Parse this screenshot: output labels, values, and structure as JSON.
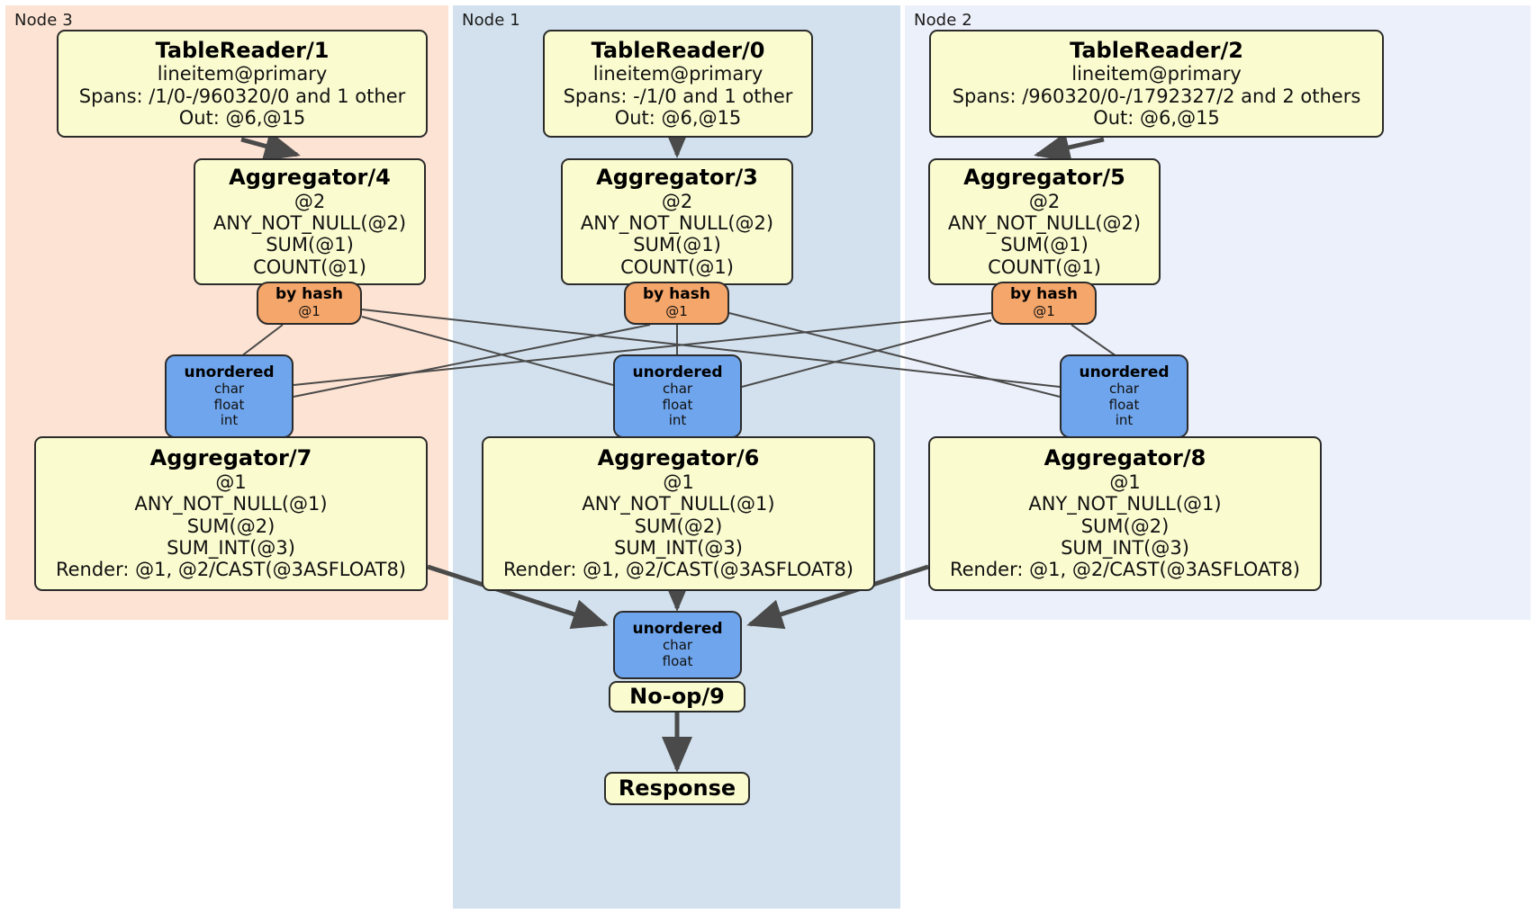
{
  "diagram": {
    "type": "distributed-query-plan",
    "colors": {
      "node3_bg": "#fde3d3",
      "node1_bg": "#d2e1ed",
      "node2_bg": "#ecf0fa",
      "processor_fill": "#fbfbd0",
      "router_fill": "#f5a66a",
      "synchronizer_fill": "#6fa5ec",
      "stroke": "#2b2b2b"
    }
  },
  "regions": [
    {
      "id": "node3",
      "label": "Node 3"
    },
    {
      "id": "node1",
      "label": "Node 1"
    },
    {
      "id": "node2",
      "label": "Node 2"
    }
  ],
  "processors": {
    "tablereader_1": {
      "title": "TableReader/1",
      "lines": [
        "lineitem@primary",
        "Spans: /1/0-/960320/0 and 1 other",
        "Out: @6,@15"
      ]
    },
    "tablereader_0": {
      "title": "TableReader/0",
      "lines": [
        "lineitem@primary",
        "Spans: -/1/0 and 1 other",
        "Out: @6,@15"
      ]
    },
    "tablereader_2": {
      "title": "TableReader/2",
      "lines": [
        "lineitem@primary",
        "Spans: /960320/0-/1792327/2 and 2 others",
        "Out: @6,@15"
      ]
    },
    "aggregator_4": {
      "title": "Aggregator/4",
      "lines": [
        "@2",
        "ANY_NOT_NULL(@2)",
        "SUM(@1)",
        "COUNT(@1)"
      ]
    },
    "aggregator_3": {
      "title": "Aggregator/3",
      "lines": [
        "@2",
        "ANY_NOT_NULL(@2)",
        "SUM(@1)",
        "COUNT(@1)"
      ]
    },
    "aggregator_5": {
      "title": "Aggregator/5",
      "lines": [
        "@2",
        "ANY_NOT_NULL(@2)",
        "SUM(@1)",
        "COUNT(@1)"
      ]
    },
    "aggregator_7": {
      "title": "Aggregator/7",
      "lines": [
        "@1",
        "ANY_NOT_NULL(@1)",
        "SUM(@2)",
        "SUM_INT(@3)",
        "Render: @1, @2/CAST(@3ASFLOAT8)"
      ]
    },
    "aggregator_6": {
      "title": "Aggregator/6",
      "lines": [
        "@1",
        "ANY_NOT_NULL(@1)",
        "SUM(@2)",
        "SUM_INT(@3)",
        "Render: @1, @2/CAST(@3ASFLOAT8)"
      ]
    },
    "aggregator_8": {
      "title": "Aggregator/8",
      "lines": [
        "@1",
        "ANY_NOT_NULL(@1)",
        "SUM(@2)",
        "SUM_INT(@3)",
        "Render: @1, @2/CAST(@3ASFLOAT8)"
      ]
    },
    "noop_9": {
      "title": "No-op/9",
      "lines": []
    },
    "response": {
      "title": "Response",
      "lines": []
    }
  },
  "routers": {
    "hash_4": {
      "title": "by hash",
      "lines": [
        "@1"
      ]
    },
    "hash_3": {
      "title": "by hash",
      "lines": [
        "@1"
      ]
    },
    "hash_5": {
      "title": "by hash",
      "lines": [
        "@1"
      ]
    }
  },
  "synchronizers": {
    "sync_7": {
      "title": "unordered",
      "lines": [
        "char",
        "float",
        "int"
      ]
    },
    "sync_6": {
      "title": "unordered",
      "lines": [
        "char",
        "float",
        "int"
      ]
    },
    "sync_8": {
      "title": "unordered",
      "lines": [
        "char",
        "float",
        "int"
      ]
    },
    "sync_9": {
      "title": "unordered",
      "lines": [
        "char",
        "float"
      ]
    }
  }
}
